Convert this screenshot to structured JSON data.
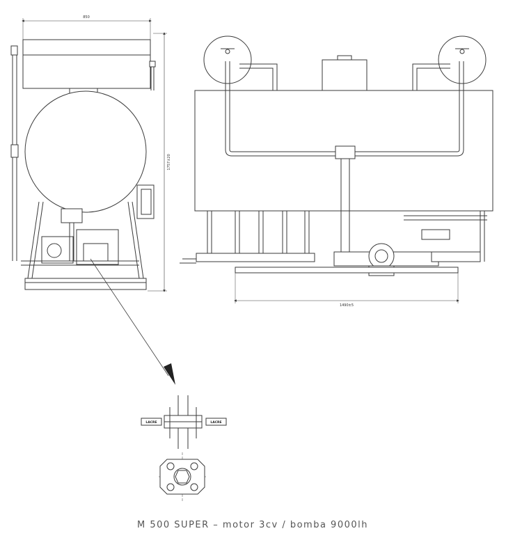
{
  "title": "M 500 SUPER – motor 3cv / bomba 9000lh",
  "dimensions": {
    "width_top": "850",
    "height_side": "1757±20",
    "width_bottom": "1490±5"
  },
  "seal_labels": {
    "left": "LACRE",
    "right": "LACRE"
  },
  "colors": {
    "line": "#3a3a3a",
    "paper": "#ffffff"
  }
}
